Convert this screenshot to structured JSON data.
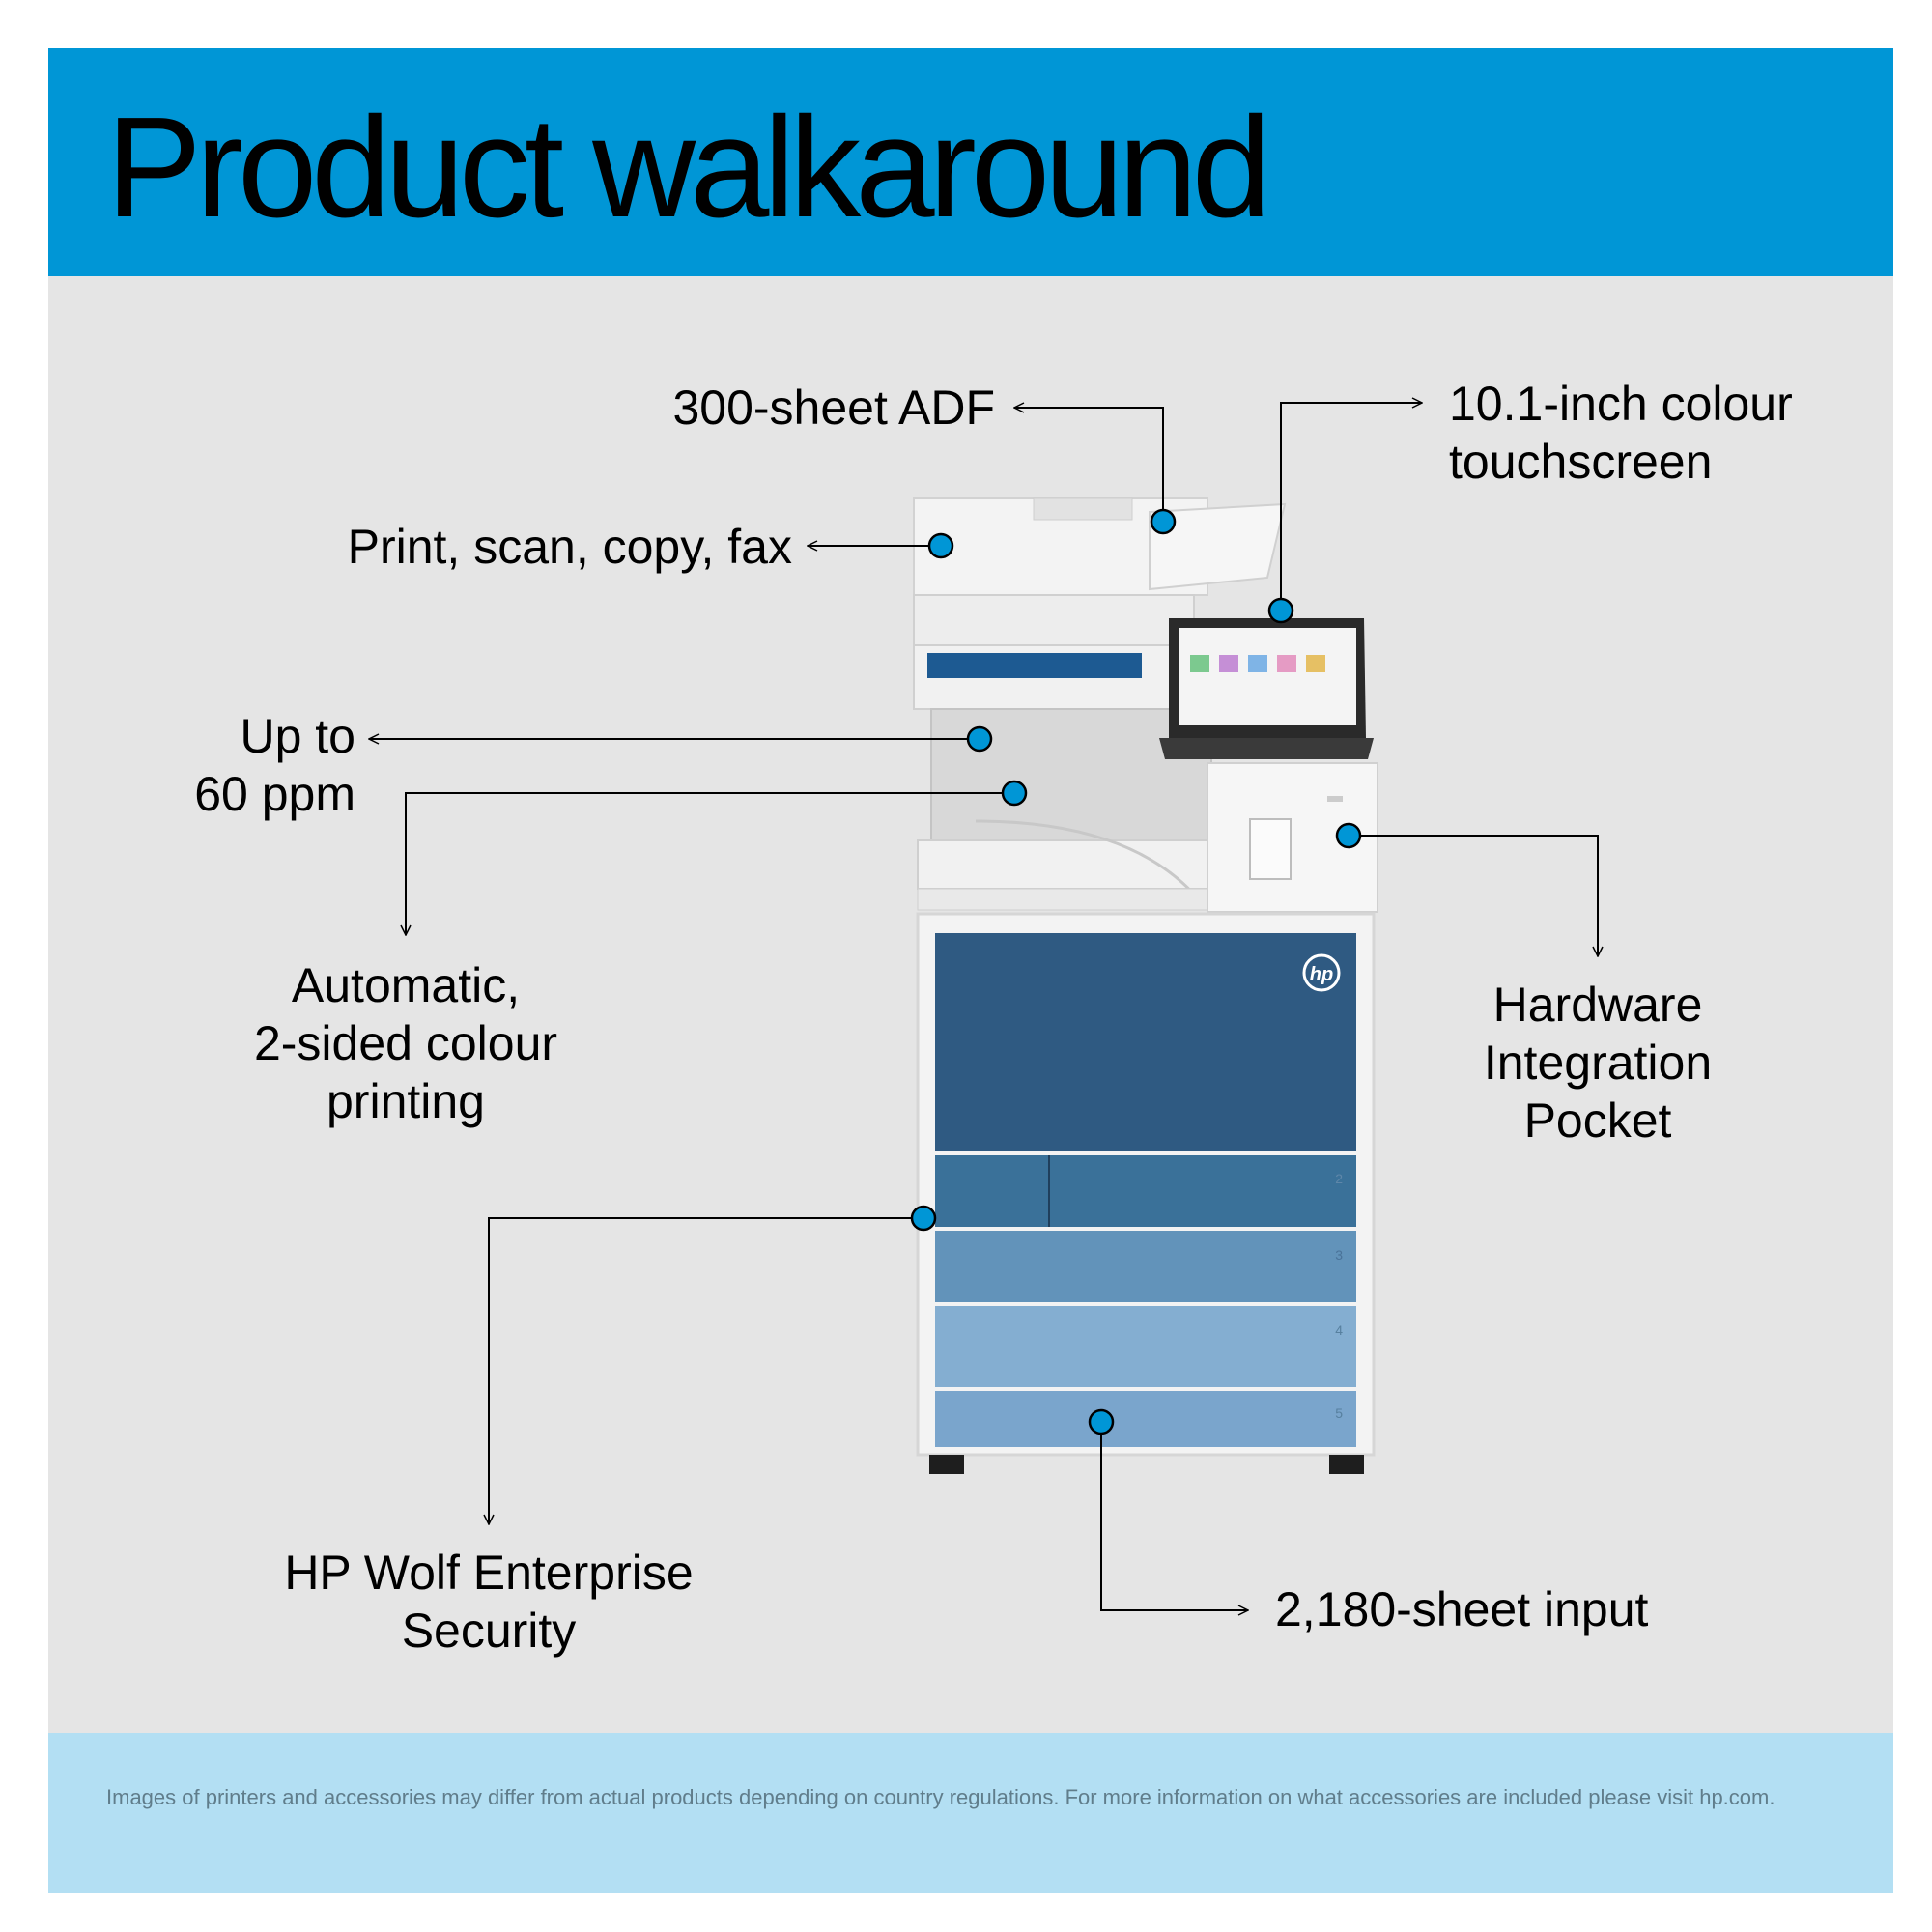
{
  "title": "Product walkaround",
  "labels": {
    "adf": "300-sheet ADF",
    "touchscreen_1": "10.1-inch colour",
    "touchscreen_2": "touchscreen",
    "functions": "Print, scan, copy, fax",
    "speed_1": "Up to",
    "speed_2": "60 ppm",
    "duplex_1": "Automatic,",
    "duplex_2": "2-sided colour",
    "duplex_3": "printing",
    "pocket_1": "Hardware",
    "pocket_2": "Integration",
    "pocket_3": "Pocket",
    "security_1": "HP Wolf Enterprise",
    "security_2": "Security",
    "input": "2,180-sheet input"
  },
  "tray_numbers": [
    "2",
    "3",
    "4",
    "5"
  ],
  "brand_mark": "hp",
  "footer": "Images of printers and accessories may differ from actual products depending on country regulations. For more information on what accessories are included please visit hp.com.",
  "colors": {
    "header": "#0096d6",
    "background": "#e5e5e5",
    "footer": "#b3dff3",
    "hotspot": "#0096d6"
  }
}
